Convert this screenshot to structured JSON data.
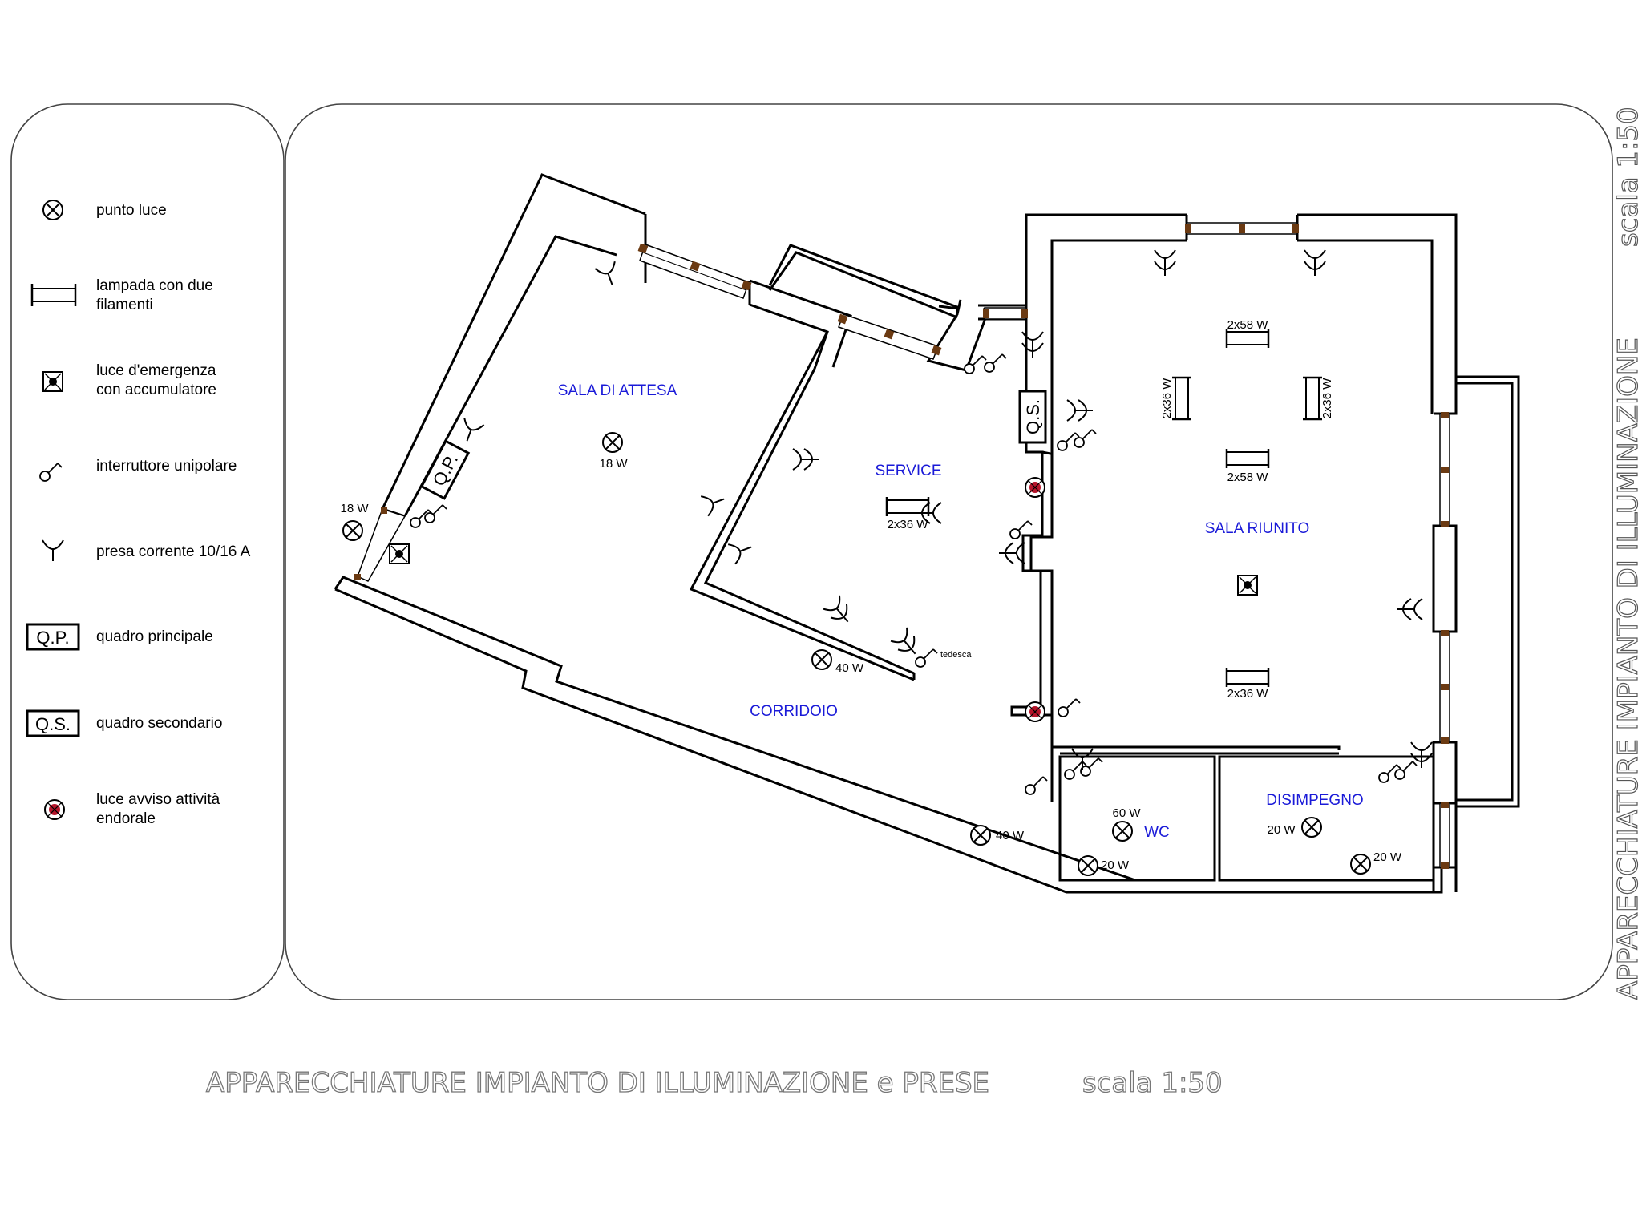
{
  "legend": {
    "items": [
      {
        "icon": "light-point-icon",
        "label1": "punto luce",
        "label2": ""
      },
      {
        "icon": "double-filament-lamp-icon",
        "label1": "lampada con due",
        "label2": "filamenti"
      },
      {
        "icon": "emergency-light-icon",
        "label1": "luce d'emergenza",
        "label2": "con accumulatore"
      },
      {
        "icon": "single-pole-switch-icon",
        "label1": "interruttore unipolare",
        "label2": ""
      },
      {
        "icon": "socket-icon",
        "label1": "presa corrente 10/16 A",
        "label2": ""
      },
      {
        "icon": "main-panel-icon",
        "label1": "quadro principale",
        "label2": ""
      },
      {
        "icon": "secondary-panel-icon",
        "label1": "quadro secondario",
        "label2": ""
      },
      {
        "icon": "activity-warning-light-icon",
        "label1": "luce avviso attività",
        "label2": "endorale"
      }
    ]
  },
  "symbols": {
    "qp": "Q.P.",
    "qs": "Q.S."
  },
  "rooms": {
    "sala_attesa": "SALA DI ATTESA",
    "service": "SERVICE",
    "corridoio": "CORRIDOIO",
    "sala_riunito": "SALA RIUNITO",
    "wc": "WC",
    "disimpegno": "DISIMPEGNO"
  },
  "fixtures": {
    "attesa_light": "18 W",
    "entrance_light": "18 W",
    "service_lamp": "2x36 W",
    "corridor_light_1": "40 W",
    "corridor_light_2": "40 W",
    "corridor_light_3": "20 W",
    "wc_light": "60 W",
    "disimpegno_light_1": "20 W",
    "disimpegno_light_2": "20 W",
    "riunito_top": "2x58 W",
    "riunito_left": "2x36 W",
    "riunito_right": "2x36 W",
    "riunito_mid": "2x58 W",
    "riunito_bottom": "2x36 W",
    "tedesca": "tedesca"
  },
  "titles": {
    "bottom_title": "APPARECCHIATURE IMPIANTO DI ILLUMINAZIONE e PRESE",
    "bottom_scale": "scala 1:50",
    "side_title": "APPARECCHIATURE IMPIANTO DI ILLUMINAZIONE",
    "side_scale": "scala 1:50"
  },
  "colors": {
    "wall": "#000000",
    "room_label": "#1a1ad8",
    "warning_light": "#b5152b",
    "window_post": "#6b3a12"
  }
}
